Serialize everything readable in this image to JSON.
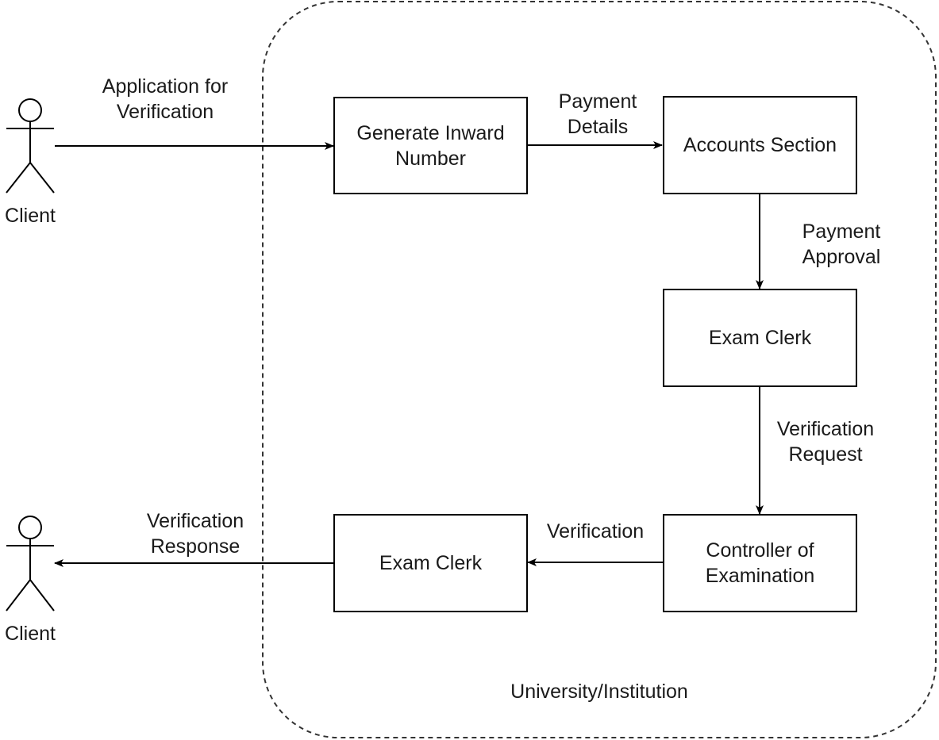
{
  "boundary": {
    "label": "University/Institution"
  },
  "actors": {
    "client_top": "Client",
    "client_bottom": "Client"
  },
  "boxes": {
    "generate_inward": [
      "Generate Inward",
      "Number"
    ],
    "accounts_section": "Accounts Section",
    "exam_clerk_1": "Exam Clerk",
    "controller": [
      "Controller of",
      "Examination"
    ],
    "exam_clerk_2": "Exam Clerk"
  },
  "edges": {
    "application": [
      "Application for",
      "Verification"
    ],
    "payment_details": [
      "Payment",
      "Details"
    ],
    "payment_approval": [
      "Payment",
      "Approval"
    ],
    "verification_request": [
      "Verification",
      "Request"
    ],
    "verification": "Verification",
    "verification_response": [
      "Verification",
      "Response"
    ]
  },
  "colors": {
    "stroke": "#000000",
    "text": "#1a1a1a",
    "background": "#ffffff"
  }
}
